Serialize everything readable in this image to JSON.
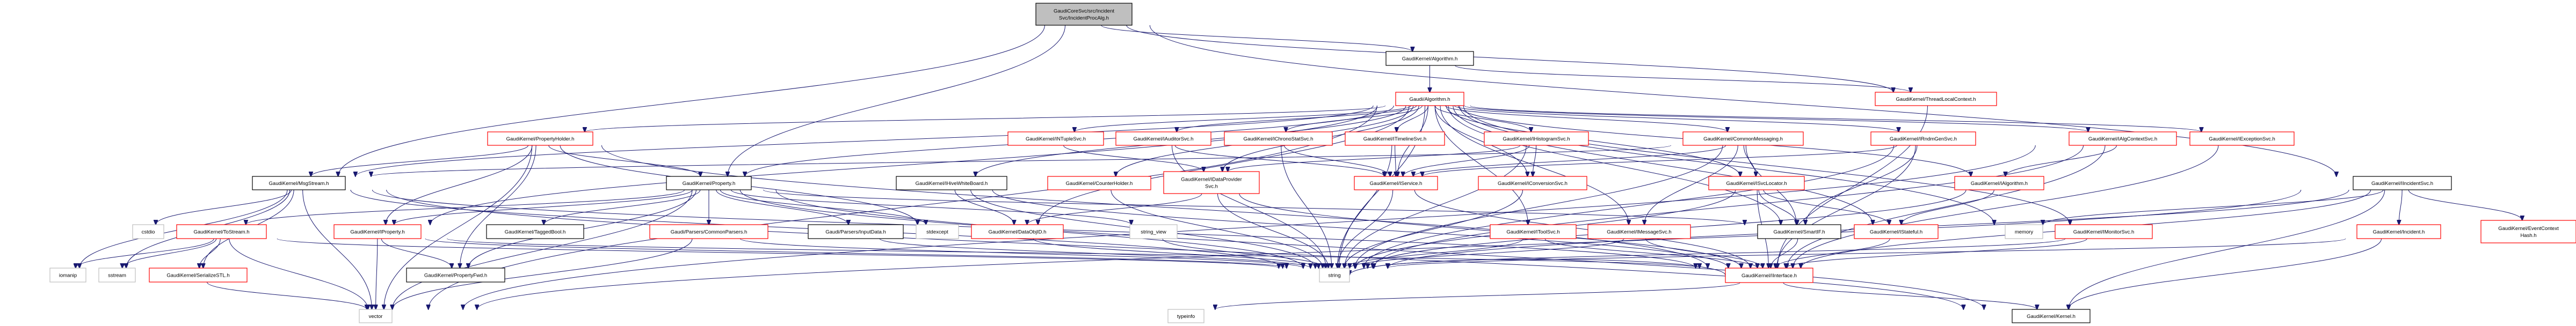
{
  "title": "Include dependency graph for IncidentProcAlg.h",
  "colors": {
    "edge": "#191970",
    "root_fill": "#bfbfbf",
    "root_border": "#000000",
    "documented_border": "#000000",
    "truncated_border": "#ff0000",
    "external_border": "#bfbfbf",
    "node_fill": "#ffffff"
  },
  "nodes": [
    {
      "id": "root",
      "label": [
        "GaudiCoreSvc/src/Incident",
        "Svc/IncidentProcAlg.h"
      ],
      "kind": "root"
    },
    {
      "id": "gk_algorithm",
      "label": [
        "GaudiKernel/Algorithm.h"
      ],
      "kind": "documented"
    },
    {
      "id": "gaudi_algorithm",
      "label": [
        "Gaudi/Algorithm.h"
      ],
      "kind": "truncated"
    },
    {
      "id": "threadlocal",
      "label": [
        "GaudiKernel/ThreadLocalContext.h"
      ],
      "kind": "truncated"
    },
    {
      "id": "iincidentsvc",
      "label": [
        "GaudiKernel/IIncidentSvc.h"
      ],
      "kind": "documented"
    },
    {
      "id": "propertyholder",
      "label": [
        "GaudiKernel/PropertyHolder.h"
      ],
      "kind": "truncated"
    },
    {
      "id": "intuplesvc",
      "label": [
        "GaudiKernel/INTupleSvc.h"
      ],
      "kind": "truncated"
    },
    {
      "id": "iauditorsvc",
      "label": [
        "GaudiKernel/IAuditorSvc.h"
      ],
      "kind": "truncated"
    },
    {
      "id": "ichronostatsvc",
      "label": [
        "GaudiKernel/IChronoStatSvc.h"
      ],
      "kind": "truncated"
    },
    {
      "id": "itimelinesvc",
      "label": [
        "GaudiKernel/ITimelineSvc.h"
      ],
      "kind": "truncated"
    },
    {
      "id": "ihistogramsvc",
      "label": [
        "GaudiKernel/IHistogramSvc.h"
      ],
      "kind": "truncated"
    },
    {
      "id": "commonmessaging",
      "label": [
        "GaudiKernel/CommonMessaging.h"
      ],
      "kind": "truncated"
    },
    {
      "id": "irndmgensvc",
      "label": [
        "GaudiKernel/IRndmGenSvc.h"
      ],
      "kind": "truncated"
    },
    {
      "id": "ialgcontextsvc",
      "label": [
        "GaudiKernel/IAlgContextSvc.h"
      ],
      "kind": "truncated"
    },
    {
      "id": "iexceptionsvc",
      "label": [
        "GaudiKernel/IExceptionSvc.h"
      ],
      "kind": "truncated"
    },
    {
      "id": "msgstream",
      "label": [
        "GaudiKernel/MsgStream.h"
      ],
      "kind": "documented"
    },
    {
      "id": "property",
      "label": [
        "GaudiKernel/Property.h"
      ],
      "kind": "documented"
    },
    {
      "id": "ihivewhiteboard",
      "label": [
        "GaudiKernel/IHiveWhiteBoard.h"
      ],
      "kind": "documented"
    },
    {
      "id": "counterholder",
      "label": [
        "GaudiKernel/CounterHolder.h"
      ],
      "kind": "truncated"
    },
    {
      "id": "idataprovidersvc",
      "label": [
        "GaudiKernel/IDataProvider",
        "Svc.h"
      ],
      "kind": "truncated"
    },
    {
      "id": "iservice",
      "label": [
        "GaudiKernel/IService.h"
      ],
      "kind": "truncated"
    },
    {
      "id": "iconversionsvc",
      "label": [
        "GaudiKernel/IConversionSvc.h"
      ],
      "kind": "truncated"
    },
    {
      "id": "isvclocator",
      "label": [
        "GaudiKernel/ISvcLocator.h"
      ],
      "kind": "truncated"
    },
    {
      "id": "ialgorithm",
      "label": [
        "GaudiKernel/IAlgorithm.h"
      ],
      "kind": "truncated"
    },
    {
      "id": "cstdio",
      "label": [
        "cstdio"
      ],
      "kind": "external"
    },
    {
      "id": "tostream",
      "label": [
        "GaudiKernel/ToStream.h"
      ],
      "kind": "truncated"
    },
    {
      "id": "iproperty",
      "label": [
        "GaudiKernel/IProperty.h"
      ],
      "kind": "truncated"
    },
    {
      "id": "taggedbool",
      "label": [
        "GaudiKernel/TaggedBool.h"
      ],
      "kind": "documented"
    },
    {
      "id": "commonparsers",
      "label": [
        "Gaudi/Parsers/CommonParsers.h"
      ],
      "kind": "truncated"
    },
    {
      "id": "inputdata",
      "label": [
        "Gaudi/Parsers/InputData.h"
      ],
      "kind": "documented"
    },
    {
      "id": "stdexcept",
      "label": [
        "stdexcept"
      ],
      "kind": "external"
    },
    {
      "id": "dataobjid",
      "label": [
        "GaudiKernel/DataObjID.h"
      ],
      "kind": "truncated"
    },
    {
      "id": "string_view",
      "label": [
        "string_view"
      ],
      "kind": "external"
    },
    {
      "id": "itoolsvc",
      "label": [
        "GaudiKernel/IToolSvc.h"
      ],
      "kind": "truncated"
    },
    {
      "id": "imessagesvc",
      "label": [
        "GaudiKernel/IMessageSvc.h"
      ],
      "kind": "truncated"
    },
    {
      "id": "smartif",
      "label": [
        "GaudiKernel/SmartIF.h"
      ],
      "kind": "documented"
    },
    {
      "id": "istateful",
      "label": [
        "GaudiKernel/IStateful.h"
      ],
      "kind": "truncated"
    },
    {
      "id": "memory",
      "label": [
        "memory"
      ],
      "kind": "external"
    },
    {
      "id": "imonitorsvc",
      "label": [
        "GaudiKernel/IMonitorSvc.h"
      ],
      "kind": "truncated"
    },
    {
      "id": "incident",
      "label": [
        "GaudiKernel/Incident.h"
      ],
      "kind": "truncated"
    },
    {
      "id": "eventcontexthash",
      "label": [
        "GaudiKernel/EventContext",
        "Hash.h"
      ],
      "kind": "truncated"
    },
    {
      "id": "iomanip",
      "label": [
        "iomanip"
      ],
      "kind": "external"
    },
    {
      "id": "sstream",
      "label": [
        "sstream"
      ],
      "kind": "external"
    },
    {
      "id": "serializestl",
      "label": [
        "GaudiKernel/SerializeSTL.h"
      ],
      "kind": "truncated"
    },
    {
      "id": "propertyfwd",
      "label": [
        "GaudiKernel/PropertyFwd.h"
      ],
      "kind": "documented"
    },
    {
      "id": "string",
      "label": [
        "string"
      ],
      "kind": "external"
    },
    {
      "id": "iinterface",
      "label": [
        "GaudiKernel/IInterface.h"
      ],
      "kind": "truncated"
    },
    {
      "id": "vector",
      "label": [
        "vector"
      ],
      "kind": "external"
    },
    {
      "id": "typeinfo",
      "label": [
        "typeinfo"
      ],
      "kind": "external"
    },
    {
      "id": "kernel",
      "label": [
        "GaudiKernel/Kernel.h"
      ],
      "kind": "documented"
    }
  ],
  "edges": [
    [
      "root",
      "gk_algorithm"
    ],
    [
      "root",
      "threadlocal"
    ],
    [
      "root",
      "iincidentsvc"
    ],
    [
      "root",
      "msgstream"
    ],
    [
      "root",
      "property"
    ],
    [
      "gk_algorithm",
      "gaudi_algorithm"
    ],
    [
      "gk_algorithm",
      "threadlocal"
    ],
    [
      "gaudi_algorithm",
      "propertyholder"
    ],
    [
      "gaudi_algorithm",
      "intuplesvc"
    ],
    [
      "gaudi_algorithm",
      "iauditorsvc"
    ],
    [
      "gaudi_algorithm",
      "ichronostatsvc"
    ],
    [
      "gaudi_algorithm",
      "itimelinesvc"
    ],
    [
      "gaudi_algorithm",
      "ihistogramsvc"
    ],
    [
      "gaudi_algorithm",
      "commonmessaging"
    ],
    [
      "gaudi_algorithm",
      "irndmgensvc"
    ],
    [
      "gaudi_algorithm",
      "ialgcontextsvc"
    ],
    [
      "gaudi_algorithm",
      "iexceptionsvc"
    ],
    [
      "gaudi_algorithm",
      "msgstream"
    ],
    [
      "gaudi_algorithm",
      "property"
    ],
    [
      "gaudi_algorithm",
      "ihivewhiteboard"
    ],
    [
      "gaudi_algorithm",
      "counterholder"
    ],
    [
      "gaudi_algorithm",
      "idataprovidersvc"
    ],
    [
      "gaudi_algorithm",
      "iservice"
    ],
    [
      "gaudi_algorithm",
      "iconversionsvc"
    ],
    [
      "gaudi_algorithm",
      "isvclocator"
    ],
    [
      "gaudi_algorithm",
      "ialgorithm"
    ],
    [
      "gaudi_algorithm",
      "itoolsvc"
    ],
    [
      "gaudi_algorithm",
      "imessagesvc"
    ],
    [
      "gaudi_algorithm",
      "smartif"
    ],
    [
      "gaudi_algorithm",
      "istateful"
    ],
    [
      "gaudi_algorithm",
      "imonitorsvc"
    ],
    [
      "gaudi_algorithm",
      "string"
    ],
    [
      "gaudi_algorithm",
      "vector"
    ],
    [
      "gaudi_algorithm",
      "dataobjid"
    ],
    [
      "gaudi_algorithm",
      "iproperty"
    ],
    [
      "gaudi_algorithm",
      "memory"
    ],
    [
      "propertyholder",
      "msgstream"
    ],
    [
      "propertyholder",
      "property"
    ],
    [
      "propertyholder",
      "iproperty"
    ],
    [
      "propertyholder",
      "propertyfwd"
    ],
    [
      "propertyholder",
      "stdexcept"
    ],
    [
      "propertyholder",
      "iinterface"
    ],
    [
      "propertyholder",
      "vector"
    ],
    [
      "intuplesvc",
      "idataprovidersvc"
    ],
    [
      "iauditorsvc",
      "iservice"
    ],
    [
      "iauditorsvc",
      "string"
    ],
    [
      "ichronostatsvc",
      "iservice"
    ],
    [
      "ichronostatsvc",
      "string"
    ],
    [
      "itimelinesvc",
      "iservice"
    ],
    [
      "itimelinesvc",
      "string"
    ],
    [
      "ihistogramsvc",
      "iservice"
    ],
    [
      "ihistogramsvc",
      "idataprovidersvc"
    ],
    [
      "ihistogramsvc",
      "string"
    ],
    [
      "ihistogramsvc",
      "iconversionsvc"
    ],
    [
      "commonmessaging",
      "iservice"
    ],
    [
      "commonmessaging",
      "isvclocator"
    ],
    [
      "commonmessaging",
      "msgstream"
    ],
    [
      "commonmessaging",
      "imessagesvc"
    ],
    [
      "commonmessaging",
      "smartif"
    ],
    [
      "commonmessaging",
      "string"
    ],
    [
      "irndmgensvc",
      "iservice"
    ],
    [
      "irndmgensvc",
      "smartif"
    ],
    [
      "irndmgensvc",
      "string"
    ],
    [
      "irndmgensvc",
      "iinterface"
    ],
    [
      "ialgcontextsvc",
      "ialgorithm"
    ],
    [
      "ialgcontextsvc",
      "iinterface"
    ],
    [
      "ialgcontextsvc",
      "string"
    ],
    [
      "ialgcontextsvc",
      "vector"
    ],
    [
      "iexceptionsvc",
      "iinterface"
    ],
    [
      "msgstream",
      "cstdio"
    ],
    [
      "msgstream",
      "iomanip"
    ],
    [
      "msgstream",
      "sstream"
    ],
    [
      "msgstream",
      "serializestl"
    ],
    [
      "msgstream",
      "string"
    ],
    [
      "msgstream",
      "vector"
    ],
    [
      "msgstream",
      "iinterface"
    ],
    [
      "msgstream",
      "kernel"
    ],
    [
      "property",
      "tostream"
    ],
    [
      "property",
      "iproperty"
    ],
    [
      "property",
      "taggedbool"
    ],
    [
      "property",
      "commonparsers"
    ],
    [
      "property",
      "inputdata"
    ],
    [
      "property",
      "stdexcept"
    ],
    [
      "property",
      "string"
    ],
    [
      "property",
      "string_view"
    ],
    [
      "property",
      "propertyfwd"
    ],
    [
      "property",
      "vector"
    ],
    [
      "property",
      "kernel"
    ],
    [
      "property",
      "smartif"
    ],
    [
      "ihivewhiteboard",
      "dataobjid"
    ],
    [
      "ihivewhiteboard",
      "iinterface"
    ],
    [
      "ihivewhiteboard",
      "string"
    ],
    [
      "counterholder",
      "string"
    ],
    [
      "idataprovidersvc",
      "string"
    ],
    [
      "idataprovidersvc",
      "dataobjid"
    ],
    [
      "idataprovidersvc",
      "iinterface"
    ],
    [
      "iservice",
      "iinterface"
    ],
    [
      "iservice",
      "string"
    ],
    [
      "iconversionsvc",
      "string"
    ],
    [
      "isvclocator",
      "smartif"
    ],
    [
      "isvclocator",
      "iinterface"
    ],
    [
      "isvclocator",
      "istateful"
    ],
    [
      "isvclocator",
      "string"
    ],
    [
      "ialgorithm",
      "istateful"
    ],
    [
      "ialgorithm",
      "string"
    ],
    [
      "tostream",
      "iomanip"
    ],
    [
      "tostream",
      "sstream"
    ],
    [
      "tostream",
      "serializestl"
    ],
    [
      "tostream",
      "vector"
    ],
    [
      "tostream",
      "string"
    ],
    [
      "iproperty",
      "propertyfwd"
    ],
    [
      "iproperty",
      "vector"
    ],
    [
      "iproperty",
      "iinterface"
    ],
    [
      "iproperty",
      "string"
    ],
    [
      "commonparsers",
      "vector"
    ],
    [
      "commonparsers",
      "string"
    ],
    [
      "inputdata",
      "string"
    ],
    [
      "dataobjid",
      "string"
    ],
    [
      "itoolsvc",
      "iinterface"
    ],
    [
      "itoolsvc",
      "string"
    ],
    [
      "imessagesvc",
      "iinterface"
    ],
    [
      "imessagesvc",
      "string"
    ],
    [
      "smartif",
      "iinterface"
    ],
    [
      "istateful",
      "iinterface"
    ],
    [
      "imonitorsvc",
      "iinterface"
    ],
    [
      "imonitorsvc",
      "string"
    ],
    [
      "serializestl",
      "vector"
    ],
    [
      "iincidentsvc",
      "incident"
    ],
    [
      "iincidentsvc",
      "eventcontexthash"
    ],
    [
      "iincidentsvc",
      "memory"
    ],
    [
      "iincidentsvc",
      "string"
    ],
    [
      "iincidentsvc",
      "vector"
    ],
    [
      "iincidentsvc",
      "iinterface"
    ],
    [
      "iincidentsvc",
      "kernel"
    ],
    [
      "incident",
      "kernel"
    ],
    [
      "incident",
      "string"
    ],
    [
      "iinterface",
      "kernel"
    ],
    [
      "iinterface",
      "typeinfo"
    ],
    [
      "iinterface",
      "string"
    ],
    [
      "threadlocal",
      "iinterface"
    ],
    [
      "string_view",
      "string"
    ]
  ]
}
